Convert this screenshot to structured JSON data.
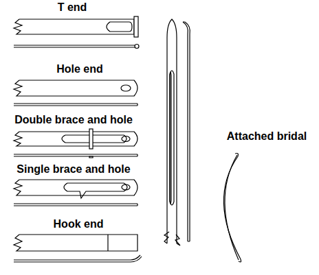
{
  "diagram": {
    "labels": [
      "T end",
      "Hole end",
      "Double brace and hole",
      "Single brace and hole",
      "Hook end",
      "Attached bridal"
    ]
  }
}
